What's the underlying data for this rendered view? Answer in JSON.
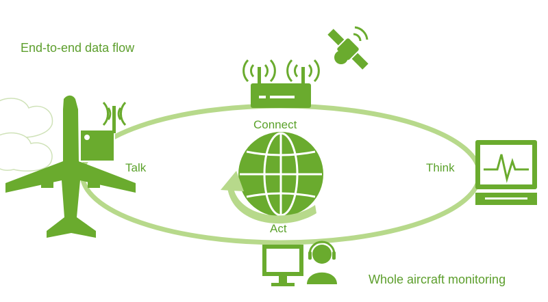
{
  "title": "End-to-end data flow",
  "subtitle": "Whole aircraft monitoring",
  "stages": {
    "connect": "Connect",
    "talk": "Talk",
    "think": "Think",
    "act": "Act"
  },
  "colors": {
    "primary_green": "#6aab2e",
    "loop_green": "#b7d98b",
    "text_green": "#5aa12a"
  },
  "icons": [
    "cloud-icon",
    "airplane-icon",
    "sensor-box-icon",
    "wifi-router-icon",
    "satellite-icon",
    "globe-icon",
    "monitor-ecg-icon",
    "desktop-monitor-icon",
    "operator-headset-icon"
  ]
}
